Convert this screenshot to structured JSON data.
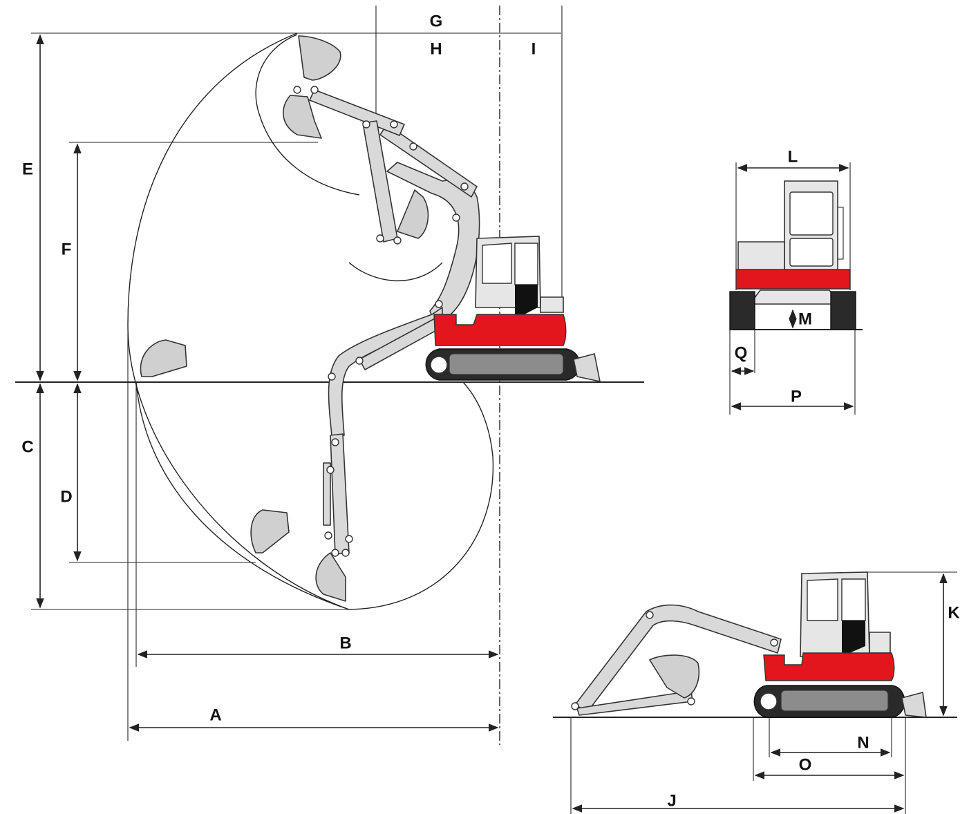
{
  "colors": {
    "body_red": "#e3161d",
    "arm_grey": "#d9d9d9",
    "track_dark": "#2a2a2a",
    "line": "#222222"
  },
  "labels": {
    "A": "A",
    "B": "B",
    "C": "C",
    "D": "D",
    "E": "E",
    "F": "F",
    "G": "G",
    "H": "H",
    "I": "I",
    "J": "J",
    "K": "K",
    "L": "L",
    "M": "M",
    "N": "N",
    "O": "O",
    "P": "P",
    "Q": "Q"
  }
}
